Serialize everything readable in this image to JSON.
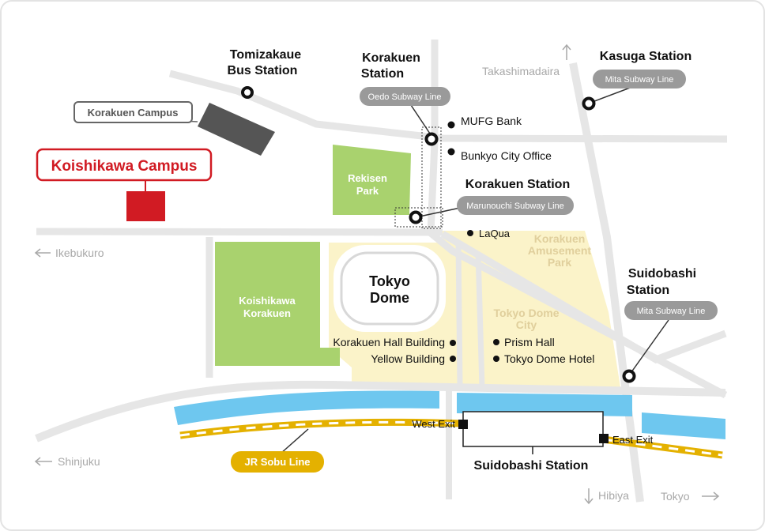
{
  "campuses": {
    "main": "Koishikawa Campus",
    "other": "Korakuen Campus"
  },
  "parks": {
    "rekisen": [
      "Rekisen",
      "Park"
    ],
    "koishikawa": [
      "Koishikawa",
      "Korakuen"
    ]
  },
  "landmarks": {
    "tokyo_dome": [
      "Tokyo",
      "Dome"
    ],
    "amusement_park": [
      "Korakuen",
      "Amusement",
      "Park"
    ],
    "dome_city": [
      "Tokyo Dome",
      "City"
    ]
  },
  "stations": {
    "tomizakaue": [
      "Tomizakaue",
      "Bus Station"
    ],
    "korakuen_oedo": {
      "name": [
        "Korakuen",
        "Station"
      ],
      "line": "Oedo Subway Line"
    },
    "korakuen_marunouchi": {
      "name": "Korakuen Station",
      "line": "Marunouchi Subway Line"
    },
    "kasuga": {
      "name": "Kasuga Station",
      "line": "Mita Subway Line"
    },
    "suidobashi_mita": {
      "name": [
        "Suidobashi",
        "Station"
      ],
      "line": "Mita Subway Line"
    },
    "suidobashi_jr": {
      "name": "Suidobashi Station",
      "west_exit": "West Exit",
      "east_exit": "East Exit",
      "line": "JR Sobu Line"
    }
  },
  "points": {
    "mufg": "MUFG Bank",
    "bunkyo": "Bunkyo City Office",
    "laqua": "LaQua",
    "korakuen_hall": "Korakuen Hall Building",
    "yellow": "Yellow Building",
    "prism": "Prism Hall",
    "hotel": "Tokyo Dome Hotel"
  },
  "directions": {
    "takashimadaira": "Takashimadaira",
    "ikebukuro": "Ikebukuro",
    "shinjuku": "Shinjuku",
    "hibiya": "Hibiya",
    "tokyo": "Tokyo"
  },
  "colors": {
    "park_green": "#a9d26e",
    "area_tan": "#fbf3c9",
    "water_blue": "#6ec7ef",
    "jr_yellow": "#e4b100",
    "campus_red": "#d11b23",
    "road_grey": "#e6e6e6",
    "pill_grey": "#9a9a9a"
  }
}
